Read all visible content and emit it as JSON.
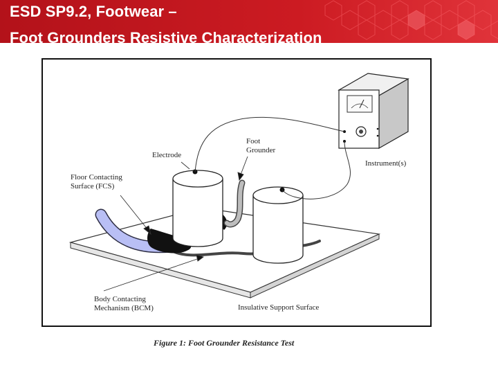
{
  "slide": {
    "title_line1": "ESD SP9.2, Footwear –",
    "title_line2": "Foot Grounders Resistive Characterization",
    "accent_color": "#c4161c"
  },
  "figure": {
    "labels": {
      "electrode": "Electrode",
      "foot_grounder_line1": "Foot",
      "foot_grounder_line2": "Grounder",
      "instrument": "Instrument(s)",
      "fcs_line1": "Floor Contacting",
      "fcs_line2": "Surface (FCS)",
      "bcm_line1": "Body Contacting",
      "bcm_line2": "Mechanism (BCM)",
      "support": "Insulative Support Surface"
    },
    "caption": "Figure 1: Foot Grounder Resistance Test"
  }
}
